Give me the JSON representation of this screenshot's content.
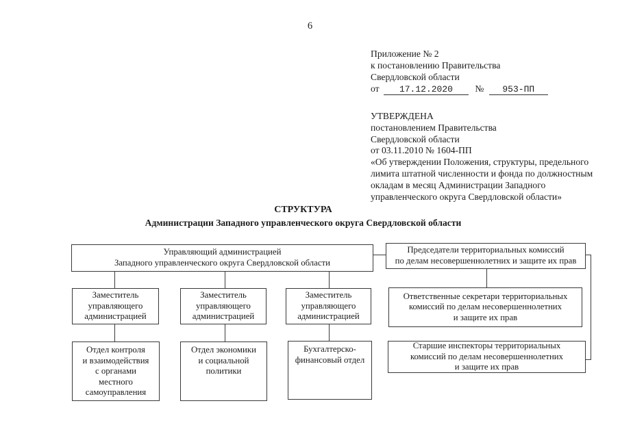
{
  "page_number": "6",
  "annex_block": {
    "line1": "Приложение № 2",
    "line2": "к постановлению Правительства",
    "line3": "Свердловской области",
    "from_label": "от",
    "from_value": "17.12.2020",
    "no_label": "№",
    "no_value": "953-ПП"
  },
  "approval_block": {
    "lines": [
      "УТВЕРЖДЕНА",
      "постановлением Правительства",
      "Свердловской области",
      "от 03.11.2010 № 1604-ПП",
      "«Об утверждении Положения, структуры, предельного",
      "лимита штатной численности и фонда по должностным",
      "окладам в месяц Администрации Западного",
      "управленческого округа Свердловской области»"
    ]
  },
  "title": {
    "line1": "СТРУКТУРА",
    "line2": "Администрации Западного управленческого округа Свердловской области"
  },
  "org_chart": {
    "head": "Управляющий администрацией\nЗападного управленческого округа Свердловской области",
    "chairs": "Председатели территориальных комиссий\nпо делам несовершеннолетних и защите их прав",
    "deputy1": "Заместитель\nуправляющего\nадминистрацией",
    "deputy2": "Заместитель\nуправляющего\nадминистрацией",
    "deputy3": "Заместитель\nуправляющего\nадминистрацией",
    "secretaries": "Ответственные секретари территориальных\nкомиссий по делам несовершеннолетних\nи защите их прав",
    "dept_control": "Отдел контроля\nи взаимодействия\nс органами\nместного\nсамоуправления",
    "dept_economy": "Отдел экономики\nи социальной\nполитики",
    "dept_finance": "Бухгалтерско-\nфинансовый отдел",
    "inspectors": "Старшие инспекторы территориальных\nкомиссий по делам несовершеннолетних\nи защите их прав"
  },
  "colors": {
    "background": "#ffffff",
    "text": "#1c1c1c",
    "line": "#3a3a3a"
  }
}
